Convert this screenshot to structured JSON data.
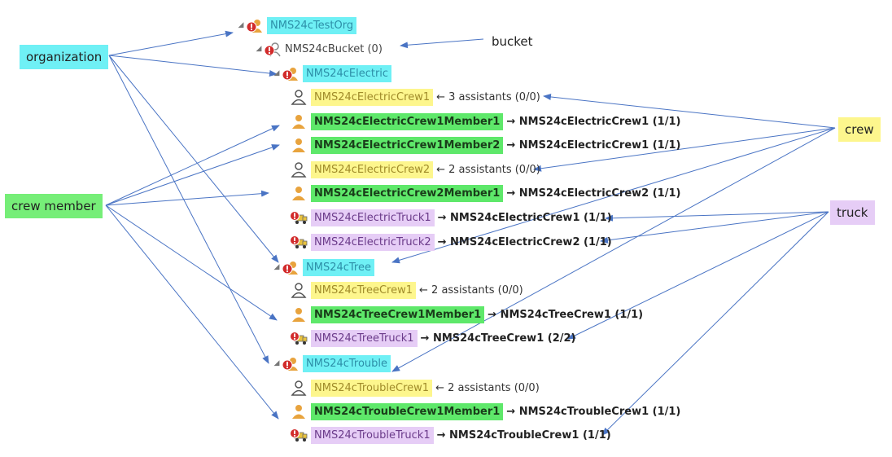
{
  "legends": {
    "organization": "organization",
    "bucket": "bucket",
    "crew": "crew",
    "crew_member": "crew member",
    "truck": "truck"
  },
  "tree": [
    {
      "kind": "org",
      "name": "NMS24cTestOrg",
      "suffix": ""
    },
    {
      "kind": "bucket",
      "name": "NMS24cBucket (0)",
      "suffix": ""
    },
    {
      "kind": "org",
      "name": "NMS24cElectric",
      "suffix": ""
    },
    {
      "kind": "crew",
      "name": "NMS24cElectricCrew1",
      "suffix": "← 3 assistants (0/0)"
    },
    {
      "kind": "member",
      "name": "NMS24cElectricCrew1Member1",
      "suffix": "→ NMS24cElectricCrew1 (1/1)"
    },
    {
      "kind": "member",
      "name": "NMS24cElectricCrew1Member2",
      "suffix": "→ NMS24cElectricCrew1 (1/1)"
    },
    {
      "kind": "crew",
      "name": "NMS24cElectricCrew2",
      "suffix": "← 2 assistants (0/0)"
    },
    {
      "kind": "member",
      "name": "NMS24cElectricCrew2Member1",
      "suffix": "→ NMS24cElectricCrew2 (1/1)"
    },
    {
      "kind": "truck",
      "name": "NMS24cElectricTruck1",
      "suffix": "→ NMS24cElectricCrew1 (1/1)"
    },
    {
      "kind": "truck",
      "name": "NMS24cElectricTruck2",
      "suffix": "→ NMS24cElectricCrew2 (1/1)"
    },
    {
      "kind": "org",
      "name": "NMS24cTree",
      "suffix": ""
    },
    {
      "kind": "crew",
      "name": "NMS24cTreeCrew1",
      "suffix": "← 2 assistants (0/0)"
    },
    {
      "kind": "member",
      "name": "NMS24cTreeCrew1Member1",
      "suffix": "→ NMS24cTreeCrew1 (1/1)"
    },
    {
      "kind": "truck",
      "name": "NMS24cTreeTruck1",
      "suffix": "→ NMS24cTreeCrew1 (2/2)"
    },
    {
      "kind": "org",
      "name": "NMS24cTrouble",
      "suffix": ""
    },
    {
      "kind": "crew",
      "name": "NMS24cTroubleCrew1",
      "suffix": "← 2 assistants (0/0)"
    },
    {
      "kind": "member",
      "name": "NMS24cTroubleCrew1Member1",
      "suffix": "→ NMS24cTroubleCrew1 (1/1)"
    },
    {
      "kind": "truck",
      "name": "NMS24cTroubleTruck1",
      "suffix": "→ NMS24cTroubleCrew1 (1/1)"
    }
  ],
  "colors": {
    "org": "#6ff0f5",
    "crew": "#fdf68d",
    "member": "#5ee86a",
    "truck": "#e6cdf6",
    "arrow": "#4a74c4"
  }
}
